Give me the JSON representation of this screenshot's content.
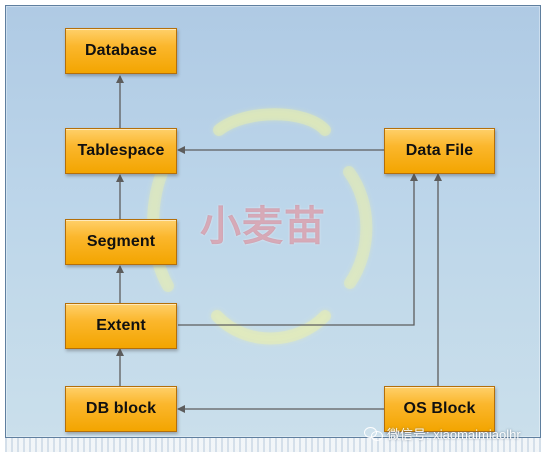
{
  "diagram": {
    "nodes": {
      "database": "Database",
      "tablespace": "Tablespace",
      "data_file": "Data File",
      "segment": "Segment",
      "extent": "Extent",
      "db_block": "DB block",
      "os_block": "OS Block"
    }
  },
  "watermark": {
    "text": "小麦苗"
  },
  "credit": {
    "text": "微信号: xiaomaimiaolhr",
    "icon": "wechat-icon"
  },
  "colors": {
    "node_fill": "#fbb72d",
    "node_border": "#b46f0a",
    "connector": "#5d5d5d",
    "background": "#bdd6ea"
  }
}
